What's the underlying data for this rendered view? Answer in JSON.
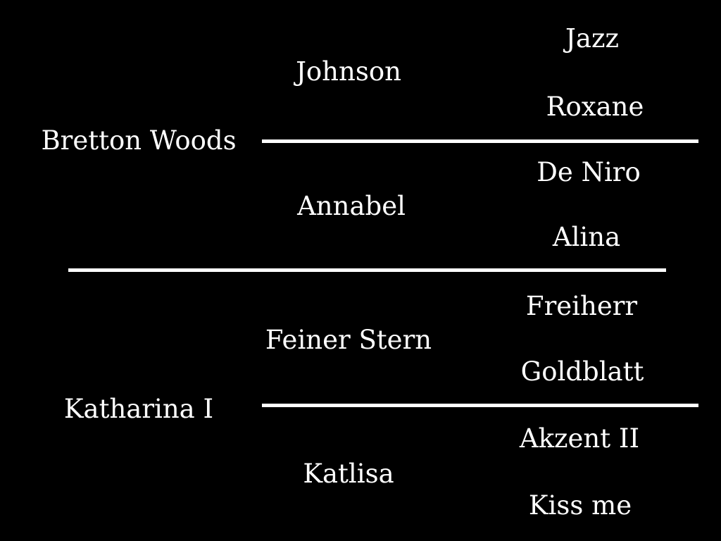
{
  "pedigree": {
    "sire": {
      "name": "Bretton Woods",
      "sire": {
        "name": "Johnson",
        "sire": "Jazz",
        "dam": "Roxane"
      },
      "dam": {
        "name": "Annabel",
        "sire": "De Niro",
        "dam": "Alina"
      }
    },
    "dam": {
      "name": "Katharina I",
      "sire": {
        "name": "Feiner Stern",
        "sire": "Freiherr",
        "dam": "Goldblatt"
      },
      "dam": {
        "name": "Katlisa",
        "sire": "Akzent II",
        "dam": "Kiss me"
      }
    }
  },
  "colors": {
    "background": "#000000",
    "text": "#ffffff",
    "lines": "#ffffff"
  }
}
